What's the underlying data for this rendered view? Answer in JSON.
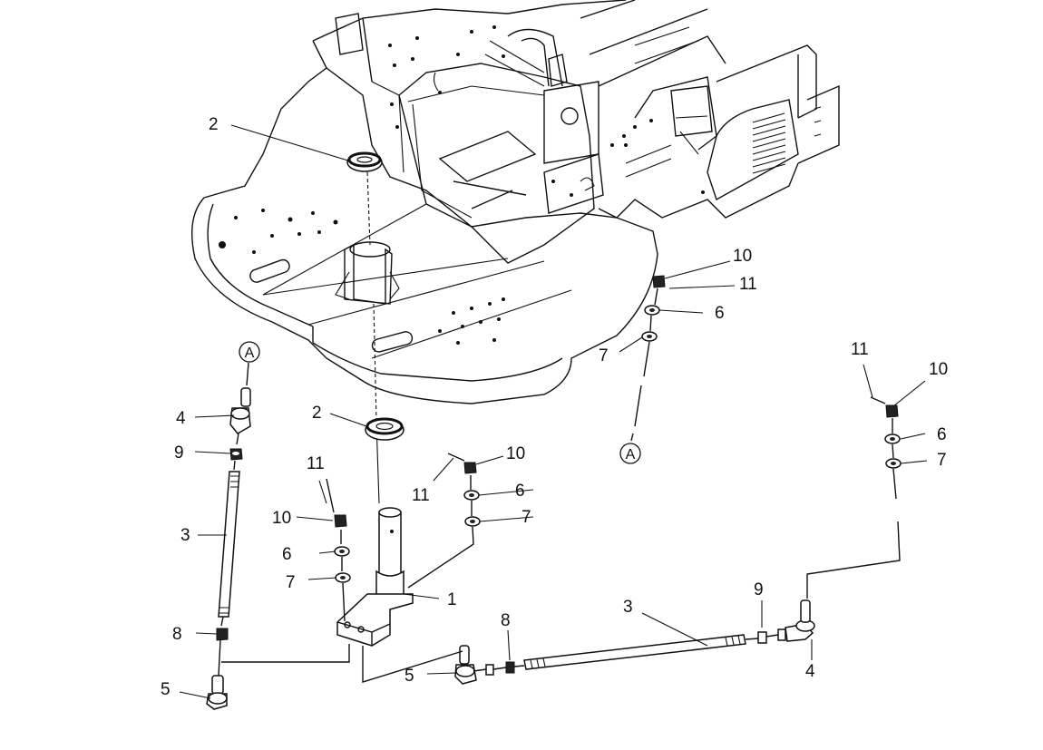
{
  "diagram": {
    "callouts": {
      "c1": "1",
      "c2_top": "2",
      "c2_mid": "2",
      "c3_left": "3",
      "c3_bottom": "3",
      "c4_left": "4",
      "c4_right": "4",
      "c5_left": "5",
      "c5_bottom": "5",
      "c6_center": "6",
      "c6_mid": "6",
      "c6_upper": "6",
      "c6_right": "6",
      "c7_center": "7",
      "c7_mid": "7",
      "c7_upper": "7",
      "c7_right": "7",
      "c8_left": "8",
      "c8_bottom": "8",
      "c9_left": "9",
      "c9_bottom": "9",
      "c10_center": "10",
      "c10_mid": "10",
      "c10_upper": "10",
      "c10_right": "10",
      "c11_center": "11",
      "c11_mid": "11",
      "c11_upper": "11",
      "c11_right": "11"
    },
    "reference_marks": {
      "a_left": "A",
      "a_center": "A"
    }
  }
}
